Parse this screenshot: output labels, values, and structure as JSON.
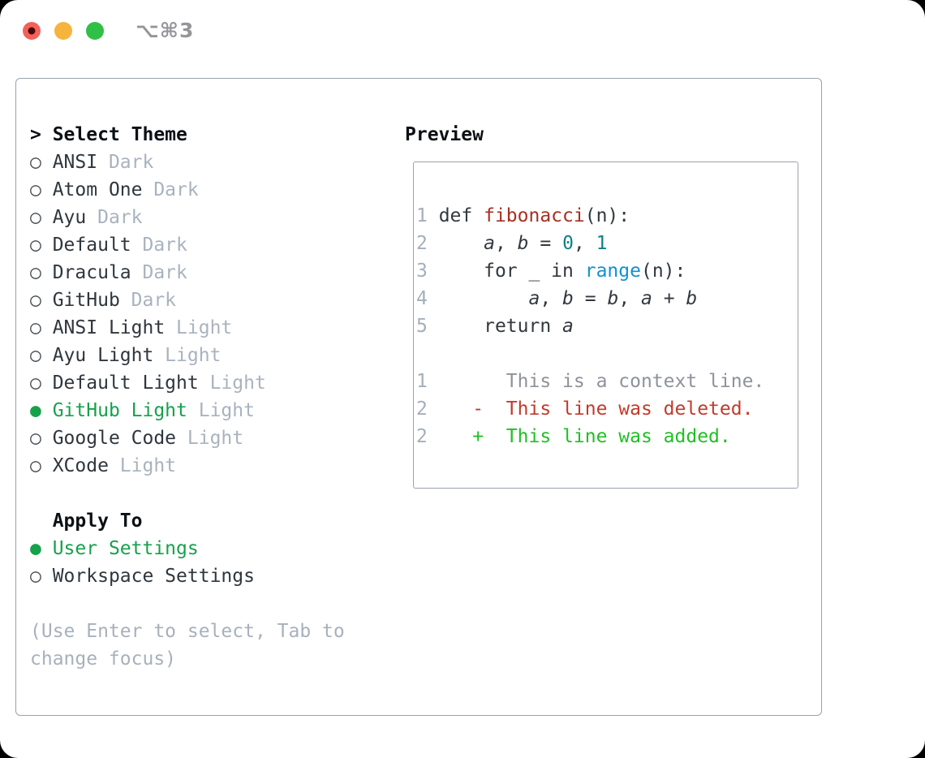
{
  "window": {
    "shortcut_label": "⌥⌘3",
    "traffic_lights": [
      {
        "name": "close",
        "color": "#f4615b",
        "has_dot": true
      },
      {
        "name": "minimize",
        "color": "#f6b43d",
        "has_dot": false
      },
      {
        "name": "zoom",
        "color": "#31c047",
        "has_dot": false
      }
    ]
  },
  "theme_picker": {
    "title_marker": ">",
    "title": "Select Theme",
    "radio_unselected_glyph": "○",
    "radio_selected_glyph": "●",
    "items": [
      {
        "name": "ANSI",
        "variant": "Dark",
        "selected": false
      },
      {
        "name": "Atom One",
        "variant": "Dark",
        "selected": false
      },
      {
        "name": "Ayu",
        "variant": "Dark",
        "selected": false
      },
      {
        "name": "Default",
        "variant": "Dark",
        "selected": false
      },
      {
        "name": "Dracula",
        "variant": "Dark",
        "selected": false
      },
      {
        "name": "GitHub",
        "variant": "Dark",
        "selected": false
      },
      {
        "name": "ANSI Light",
        "variant": "Light",
        "selected": false
      },
      {
        "name": "Ayu Light",
        "variant": "Light",
        "selected": false
      },
      {
        "name": "Default Light",
        "variant": "Light",
        "selected": false
      },
      {
        "name": "GitHub Light",
        "variant": "Light",
        "selected": true
      },
      {
        "name": "Google Code",
        "variant": "Light",
        "selected": false
      },
      {
        "name": "XCode",
        "variant": "Light",
        "selected": false
      }
    ],
    "apply_to": {
      "label": "Apply To",
      "options": [
        {
          "label": "User Settings",
          "selected": true
        },
        {
          "label": "Workspace Settings",
          "selected": false
        }
      ]
    },
    "hint_lines": [
      "(Use Enter to select, Tab to",
      "change focus)"
    ]
  },
  "preview": {
    "label": "Preview",
    "code_lines": [
      {
        "num": "1",
        "segments": [
          {
            "t": "def ",
            "c": "code"
          },
          {
            "t": "fibonacci",
            "c": "func"
          },
          {
            "t": "(n):",
            "c": "code"
          }
        ]
      },
      {
        "num": "2",
        "segments": [
          {
            "t": "    ",
            "c": "code"
          },
          {
            "t": "a",
            "c": "var"
          },
          {
            "t": ", ",
            "c": "code"
          },
          {
            "t": "b",
            "c": "var"
          },
          {
            "t": " = ",
            "c": "code"
          },
          {
            "t": "0",
            "c": "num"
          },
          {
            "t": ", ",
            "c": "code"
          },
          {
            "t": "1",
            "c": "num"
          }
        ]
      },
      {
        "num": "3",
        "segments": [
          {
            "t": "    for _ in ",
            "c": "code"
          },
          {
            "t": "range",
            "c": "builtin"
          },
          {
            "t": "(n):",
            "c": "code"
          }
        ]
      },
      {
        "num": "4",
        "segments": [
          {
            "t": "        ",
            "c": "code"
          },
          {
            "t": "a",
            "c": "var"
          },
          {
            "t": ", ",
            "c": "code"
          },
          {
            "t": "b",
            "c": "var"
          },
          {
            "t": " = ",
            "c": "code"
          },
          {
            "t": "b",
            "c": "var"
          },
          {
            "t": ", ",
            "c": "code"
          },
          {
            "t": "a",
            "c": "var"
          },
          {
            "t": " + ",
            "c": "code"
          },
          {
            "t": "b",
            "c": "var"
          }
        ]
      },
      {
        "num": "5",
        "segments": [
          {
            "t": "    return ",
            "c": "code"
          },
          {
            "t": "a",
            "c": "var"
          }
        ]
      },
      {
        "num": "",
        "segments": []
      },
      {
        "num": "1",
        "segments": [
          {
            "t": "      This is a context line.",
            "c": "context"
          }
        ]
      },
      {
        "num": "2",
        "segments": [
          {
            "t": "   -  This line was deleted.",
            "c": "deleted"
          }
        ]
      },
      {
        "num": "2",
        "segments": [
          {
            "t": "   +  This line was added.",
            "c": "added"
          }
        ]
      }
    ]
  },
  "colors": {
    "selected_green": "#15a24b",
    "added_green": "#1fc022",
    "deleted_red": "#c43a2a",
    "function_red": "#a82f23",
    "number_teal": "#107f85",
    "builtin_blue": "#1291d0",
    "muted_gray": "#a9b3bf",
    "text_dark": "#2f363d",
    "border_gray": "#99a2ac"
  }
}
